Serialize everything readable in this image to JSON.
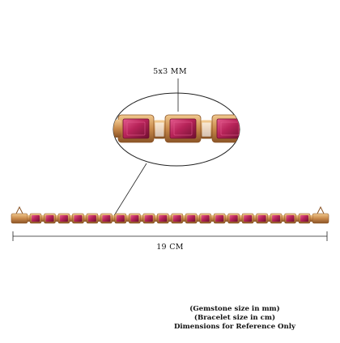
{
  "labels": {
    "gemstone_dimension": "5x3 MM",
    "bracelet_length": "19 CM"
  },
  "notes": [
    "(Gemstone size in mm)",
    "(Bracelet size in cm)",
    "Dimensions for Reference Only"
  ],
  "colors": {
    "gold": "#c98a4b",
    "gold_dark": "#8a5426",
    "gold_light": "#f1c98f",
    "ruby": "#b8245a",
    "ruby_dark": "#6e0f2f",
    "ruby_light": "#e45b8e",
    "line": "#222222"
  }
}
